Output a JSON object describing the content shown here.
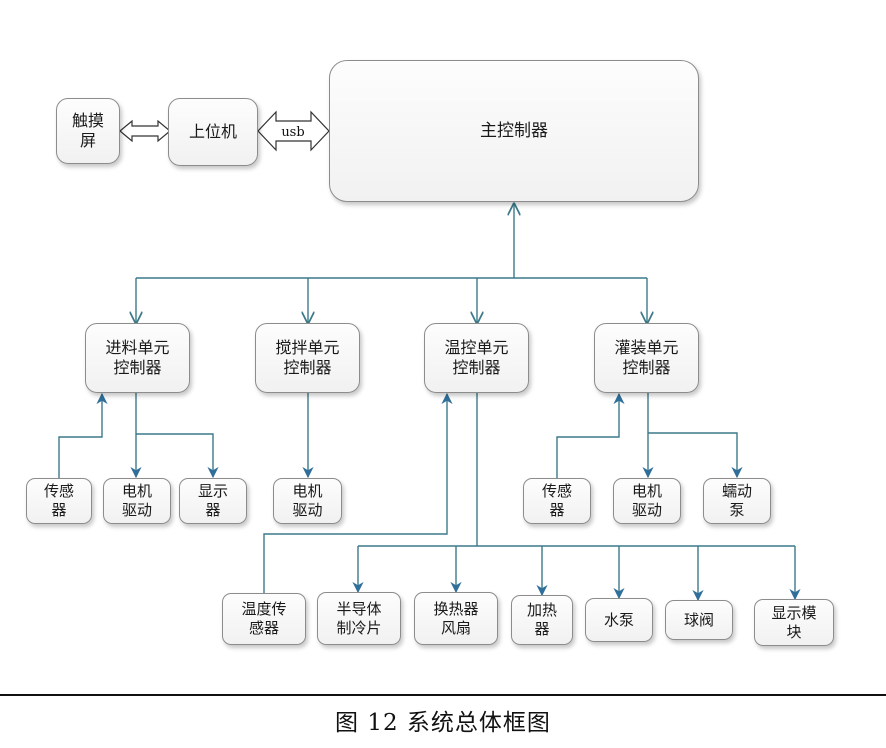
{
  "nodes": {
    "touchscreen": "触摸\n屏",
    "host_pc": "上位机",
    "main_controller": "主控制器",
    "feed_unit": "进料单元\n控制器",
    "mix_unit": "搅拌单元\n控制器",
    "temp_unit": "温控单元\n控制器",
    "fill_unit": "灌装单元\n控制器",
    "feed_sensor": "传感\n器",
    "feed_motor": "电机\n驱动",
    "feed_display": "显示\n器",
    "mix_motor": "电机\n驱动",
    "fill_sensor": "传感\n器",
    "fill_motor": "电机\n驱动",
    "fill_pump": "蠕动\n泵",
    "temp_sensor": "温度传\n感器",
    "peltier": "半导体\n制冷片",
    "heat_exchanger_fan": "换热器\n风扇",
    "heater": "加热\n器",
    "water_pump": "水泵",
    "ball_valve": "球阀",
    "display_module": "显示模\n块"
  },
  "links": {
    "usb_label": "usb"
  },
  "colors": {
    "connector": "#3c7a8a",
    "arrowhead": "#2f6f9a",
    "box_border": "#8c8c8c"
  },
  "caption": "图 12  系统总体框图"
}
